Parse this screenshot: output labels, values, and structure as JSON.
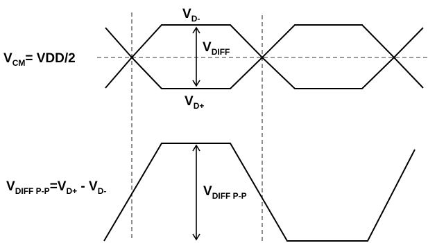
{
  "diagram": {
    "labels": {
      "vd_minus": {
        "base": "V",
        "sub": "D-"
      },
      "vdiff": {
        "base": "V",
        "sub": "DIFF"
      },
      "vd_plus": {
        "base": "V",
        "sub": "D+"
      },
      "vcm": {
        "v": "V",
        "sub": "CM",
        "rest": "= VDD/2"
      },
      "vdiffpp_eq": {
        "v1": "V",
        "sub1": "DIFF P-P",
        "eq": "=V",
        "sub2": "D+",
        "minus": " - V",
        "sub3": "D-"
      },
      "vdiffpp": {
        "base": "V",
        "sub": "DIFF P-P"
      }
    },
    "colors": {
      "stroke": "#000000",
      "dashed": "#333333",
      "background": "#ffffff"
    }
  }
}
